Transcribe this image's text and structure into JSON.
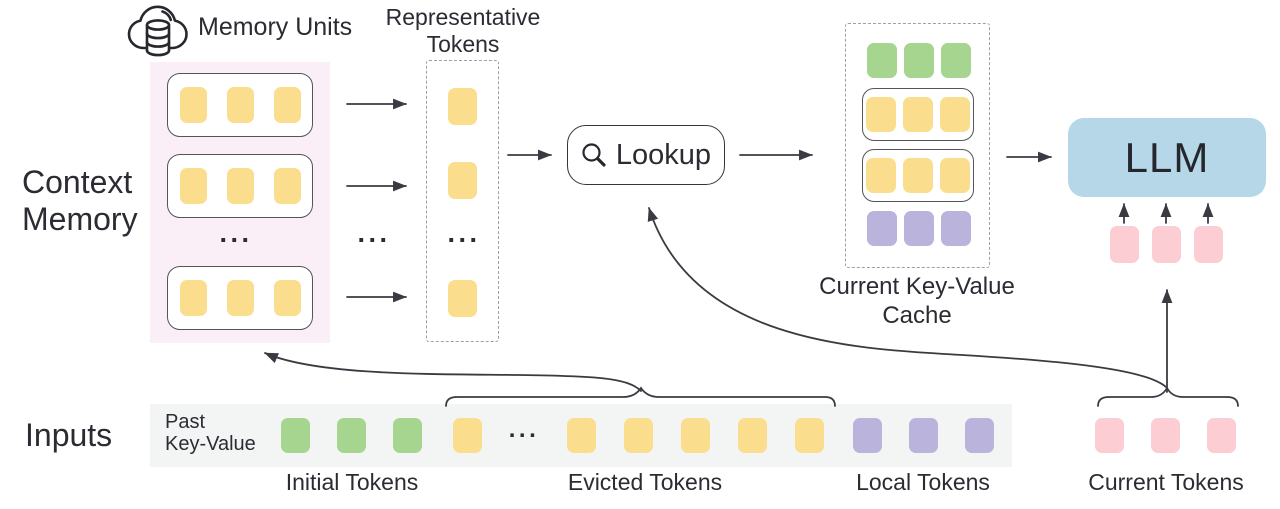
{
  "colors": {
    "yellow": "#fbde8d",
    "green": "#a6d58f",
    "purple": "#bab3dc",
    "pink": "#fccdd3",
    "llm_blue": "#b5d7e8",
    "memory_bg": "#faeff7",
    "band_bg": "#f3f5f4"
  },
  "memory_units": {
    "title": "Memory Units",
    "ellipsis": "...",
    "unit_tokens": {
      "count": 3,
      "color": "yellow"
    }
  },
  "context_memory": {
    "line1": "Context",
    "line2": "Memory"
  },
  "representative": {
    "title_line1": "Representative",
    "title_line2": "Tokens",
    "column_ellipsis": "...",
    "ellipsis": "..."
  },
  "lookup": {
    "label": "Lookup"
  },
  "cache": {
    "label_line1": "Current Key-Value",
    "label_line2": "Cache",
    "row1_tokens": {
      "count": 3,
      "color": "green"
    },
    "row2_tokens": {
      "count": 3,
      "color": "yellow"
    },
    "row3_tokens": {
      "count": 3,
      "color": "yellow"
    },
    "row4_tokens": {
      "count": 3,
      "color": "purple"
    }
  },
  "llm": {
    "label": "LLM",
    "input_tokens": {
      "count": 3,
      "color": "pink"
    }
  },
  "inputs": {
    "label": "Inputs",
    "past_kv_line1": "Past",
    "past_kv_line2": "Key-Value",
    "initial": {
      "label": "Initial Tokens",
      "tokens": {
        "count": 3,
        "color": "green"
      }
    },
    "evicted": {
      "label": "Evicted Tokens",
      "ellipsis": "...",
      "tokens_before": {
        "count": 1,
        "color": "yellow"
      },
      "tokens_after": {
        "count": 5,
        "color": "yellow"
      }
    },
    "local": {
      "label": "Local Tokens",
      "tokens": {
        "count": 3,
        "color": "purple"
      }
    },
    "current": {
      "label": "Current Tokens",
      "tokens": {
        "count": 3,
        "color": "pink"
      }
    }
  }
}
